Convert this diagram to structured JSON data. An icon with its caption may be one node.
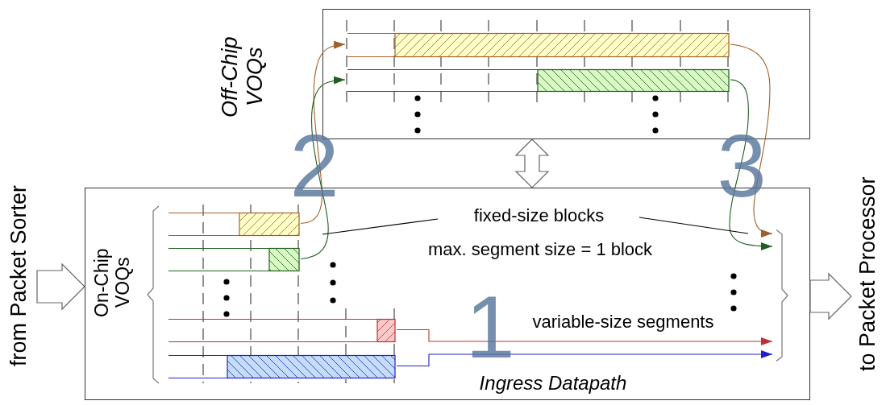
{
  "diagram": {
    "nodes": [
      {
        "text": [
          "Off-Chip VOQs"
        ]
      },
      {
        "text": [
          "On-Chip VOQs",
          "Ingress Datapath"
        ]
      },
      {
        "text": [
          "from Packet Sorter"
        ]
      },
      {
        "text": [
          "to Packet Processor"
        ]
      },
      {
        "text": [],
        "shape": "bar",
        "in": 1
      },
      {
        "text": [],
        "shape": "bar",
        "in": 1
      },
      {
        "text": [],
        "shape": "bar",
        "in": 1
      },
      {
        "text": [],
        "shape": "bar",
        "in": 1
      },
      {
        "text": [],
        "shape": "bar",
        "in": 0
      },
      {
        "text": [],
        "shape": "bar",
        "in": 0
      },
      {
        "text": [
          "fixed-size blocks"
        ],
        "in": 1
      },
      {
        "text": [],
        "shape": "bracket",
        "in": 1
      }
    ],
    "edges": [
      {
        "from": 2,
        "to": 1,
        "arrow": "to"
      },
      {
        "from": 1,
        "to": 3,
        "arrow": "to"
      },
      {
        "from": 0,
        "to": 1,
        "arrow": "both"
      },
      {
        "from": 4,
        "to": 8,
        "arrow": "to",
        "color": "#a0602a"
      },
      {
        "from": 5,
        "to": 9,
        "arrow": "to",
        "color": "#1e5e1e"
      },
      {
        "from": 8,
        "to": 11,
        "arrow": "to",
        "color": "#a0602a"
      },
      {
        "from": 9,
        "to": 11,
        "arrow": "to",
        "color": "#1e5e1e"
      },
      {
        "from": 6,
        "to": 11,
        "arrow": "to",
        "color": "#c03030"
      },
      {
        "from": 7,
        "to": 11,
        "arrow": "to",
        "color": "#2020c8"
      },
      {
        "from": 10,
        "to": null,
        "arrow": "none",
        "color": "#000000"
      },
      {
        "from": 10,
        "to": null,
        "arrow": "none",
        "color": "#000000"
      }
    ],
    "labels": [
      "2",
      "3",
      "max. segment size = 1 block",
      "variable-size segments",
      "1"
    ]
  }
}
